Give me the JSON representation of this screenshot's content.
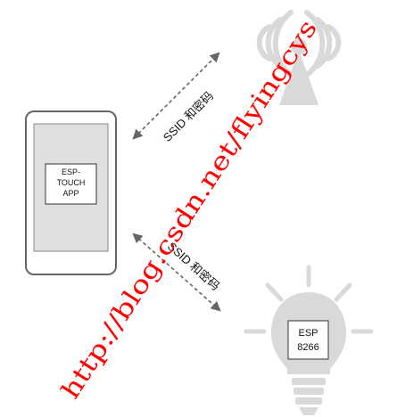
{
  "phone": {
    "app_label_line1": "ESP-",
    "app_label_line2": "TOUCH",
    "app_label_line3": "APP"
  },
  "router": {
    "icon": "wifi-router-icon"
  },
  "bulb": {
    "icon": "light-bulb-icon",
    "chip_line1": "ESP",
    "chip_line2": "8266"
  },
  "connections": {
    "top_label": "SSID 和密码",
    "bottom_label": "SSID 和密码"
  },
  "watermark": {
    "text": "http://blog.csdn.net/flyingcys"
  },
  "colors": {
    "icon_gray": "#d9d9d9",
    "outline": "#555555",
    "arrow": "#666666",
    "watermark": "#ff0000"
  }
}
